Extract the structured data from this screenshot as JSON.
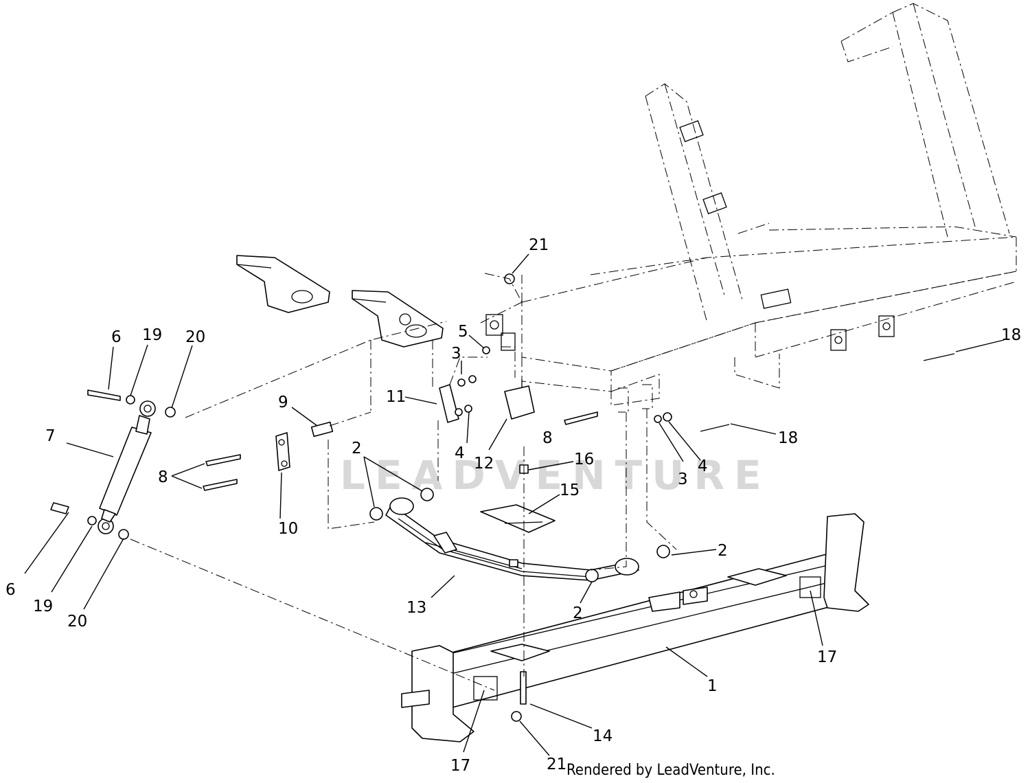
{
  "watermark_text": "LEADVENTURE",
  "credit_text": "Rendered by LeadVenture, Inc.",
  "line_color": "#000000",
  "watermark_color": "#d8d8d8",
  "callouts": [
    {
      "id": "c21a",
      "label": "21"
    },
    {
      "id": "c5",
      "label": "5"
    },
    {
      "id": "c3a",
      "label": "3"
    },
    {
      "id": "c6a",
      "label": "6"
    },
    {
      "id": "c19a",
      "label": "19"
    },
    {
      "id": "c20a",
      "label": "20"
    },
    {
      "id": "c11",
      "label": "11"
    },
    {
      "id": "c9",
      "label": "9"
    },
    {
      "id": "c7",
      "label": "7"
    },
    {
      "id": "c8a",
      "label": "8"
    },
    {
      "id": "c8b",
      "label": "8"
    },
    {
      "id": "c4a",
      "label": "4"
    },
    {
      "id": "c12",
      "label": "12"
    },
    {
      "id": "c2a",
      "label": "2"
    },
    {
      "id": "c16",
      "label": "16"
    },
    {
      "id": "c15",
      "label": "15"
    },
    {
      "id": "c10",
      "label": "10"
    },
    {
      "id": "c18a",
      "label": "18"
    },
    {
      "id": "c18b",
      "label": "18"
    },
    {
      "id": "c3b",
      "label": "3"
    },
    {
      "id": "c4b",
      "label": "4"
    },
    {
      "id": "c2b",
      "label": "2"
    },
    {
      "id": "c2c",
      "label": "2"
    },
    {
      "id": "c13",
      "label": "13"
    },
    {
      "id": "c6b",
      "label": "6"
    },
    {
      "id": "c19b",
      "label": "19"
    },
    {
      "id": "c20b",
      "label": "20"
    },
    {
      "id": "c17a",
      "label": "17"
    },
    {
      "id": "c1",
      "label": "1"
    },
    {
      "id": "c14",
      "label": "14"
    },
    {
      "id": "c17b",
      "label": "17"
    },
    {
      "id": "c21b",
      "label": "21"
    }
  ]
}
